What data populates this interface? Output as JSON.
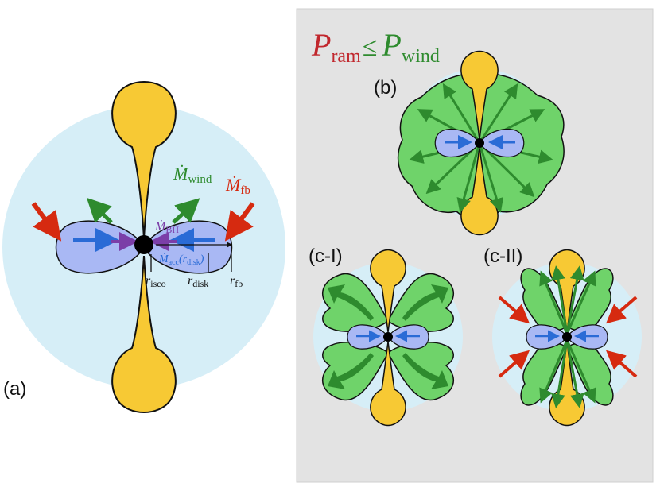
{
  "panel_a": {
    "label": "(a)",
    "mdot_wind": "Ṁ",
    "mdot_wind_sub": "wind",
    "mdot_fb": "Ṁ",
    "mdot_fb_sub": "fb",
    "mdot_bh": "Ṁ",
    "mdot_bh_sub": "BH",
    "mdot_acc": "Ṁ",
    "mdot_acc_sub": "acc",
    "mdot_acc_arg": "(r",
    "mdot_acc_arg_sub": "disk",
    "mdot_acc_close": ")",
    "r_isco": "r",
    "r_isco_sub": "isco",
    "r_disk": "r",
    "r_disk_sub": "disk",
    "r_fb": "r",
    "r_fb_sub": "fb"
  },
  "panel_right": {
    "condition_p1": "P",
    "condition_p1_sub": "ram",
    "condition_op": "≤",
    "condition_p2": "P",
    "condition_p2_sub": "wind",
    "label_b": "(b)",
    "label_c1": "(c-I)",
    "label_c2": "(c-II)"
  },
  "colors": {
    "sphere": "#d6eef7",
    "jet": "#f7c934",
    "disk": "#a9b8f4",
    "wind": "#6fd36a",
    "wind_arrow": "#2e8b2e",
    "inflow": "#2a6bd6",
    "bh_arrow": "#7b3ea8",
    "fallback": "#d62a10",
    "panel_bg": "#e3e3e3",
    "title_red": "#c1272d",
    "title_green": "#2e8b2e"
  }
}
